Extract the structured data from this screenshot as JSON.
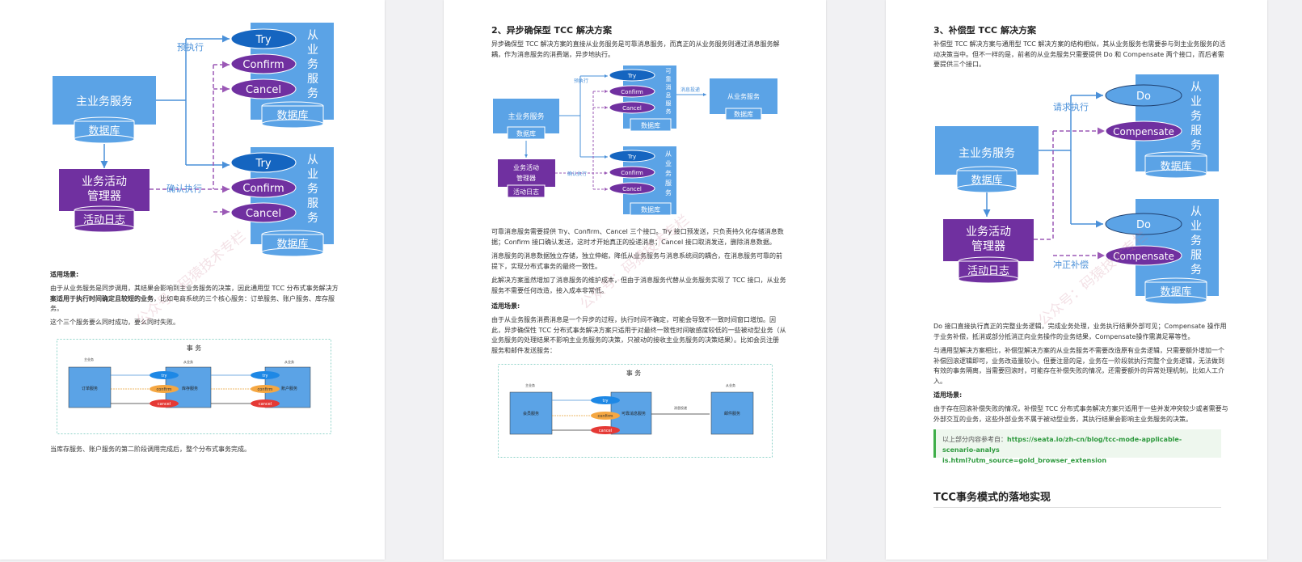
{
  "diagram_labels": {
    "main_service": "主业务服务",
    "database": "数据库",
    "activity_manager_line1": "业务活动",
    "activity_manager_line2": "管理器",
    "activity_log": "活动日志",
    "try": "Try",
    "confirm": "Confirm",
    "cancel": "Cancel",
    "slave_service_vertical": "从业务服务",
    "reliable_msg_vertical": "可靠消息服务",
    "pre_exec": "预执行",
    "confirm_exec": "确认执行",
    "msg_deliver": "消息投递",
    "slave_service": "从业务服务",
    "do": "Do",
    "compensate": "Compensate",
    "request_exec": "请求执行",
    "reverse_compensate": "冲正补偿"
  },
  "small_diagram": {
    "title": "事 务",
    "main_label": "主业务",
    "slave_label": "从业务",
    "order_service": "订单服务",
    "inventory_service": "库存服务",
    "account_service": "账户服务",
    "member_service": "会员服务",
    "reliable_msg_service": "可靠消息服务",
    "email_service": "邮件服务",
    "msg_deliver": "消息投递",
    "try": "try",
    "confirm": "confirm",
    "cancel": "cancel"
  },
  "page1": {
    "scene_title": "适用场景:",
    "para1_a": "由于从业务服务是同步调用，其结果会影响到主业务服务的决策，因此通用型 TCC 分布式事务解决方",
    "para1_b": "案适用于执行时间确定且较短的业务",
    "para1_c": "，比如电商系统的三个核心服务：订单服务、账户服务、库存服",
    "para1_d": "务。",
    "para2": "这个三个服务要么同时成功，要么同时失败。",
    "para3": "当库存服务、账户服务的第二阶段调用完成后，整个分布式事务完成。"
  },
  "page2": {
    "title": "2、异步确保型 TCC 解决方案",
    "intro_a": "异步确保型 TCC 解决方案的直接从业务服务是可靠消息服务，而真正的从业务服务则通过消息服务解",
    "intro_b": "耦，作为消息服务的消费端，异步地执行。",
    "p1_a": "可靠消息服务需要提供 Try、Confirm、Cancel 三个接口。Try 接口预发送，只负责持久化存储消息数",
    "p1_b": "据；Confirm 接口确认发送，这时才开始真正的投递消息；Cancel 接口取消发送，删除消息数据。",
    "p2_a": "消息服务的消息数据独立存储，独立伸缩，降低从业务服务与消息系统间的耦合，在消息服务可靠的前",
    "p2_b": "提下，实现分布式事务的最终一致性。",
    "p3_a": "此解决方案虽然增加了消息服务的维护成本，但由于消息服务代替从业务服务实现了 TCC 接口，从业务",
    "p3_b": "服务不需要任何改造，接入成本非常低。",
    "scene_title": "适用场景:",
    "p4_a": "由于从业务服务消费消息是一个异步的过程，执行时间不确定，可能会导致不一致时间窗口增加。因",
    "p4_b": "此，异步确保性 TCC 分布式事务解决方案只适用于对最终一致性时间敏感度较低的一些被动型业务（从",
    "p4_c": "业务服务的处理结果不影响主业务服务的决策，只被动的接收主业务服务的决策结果）。比如会员注册",
    "p4_d": "服务和邮件发送服务："
  },
  "page3": {
    "title": "3、补偿型 TCC 解决方案",
    "intro_a": "补偿型 TCC 解决方案与通用型 TCC 解决方案的结构相似，其从业务服务也需要参与到主业务服务的活",
    "intro_b": "动决策当中。但不一样的是，前者的从业务服务只需要提供 Do 和 Compensate 两个接口，而后者需",
    "intro_c": "要提供三个接口。",
    "p1_a": "Do 接口直接执行真正的完整业务逻辑，完成业务处理，业务执行结果外部可见；Compensate 操作用",
    "p1_b": "于业务补偿，抵消或部分抵消正向业务操作的业务结果，Compensate操作需满足幂等性。",
    "p2_a": "与通用型解决方案相比，补偿型解决方案的从业务服务不需要改造原有业务逻辑，只需要额外增加一个",
    "p2_b": "补偿回滚逻辑即可，业务改造量较小。但要注意的是，业务在一阶段就执行完整个业务逻辑，无法做到",
    "p2_c": "有效的事务隔离，当需要回滚时，可能存在补偿失败的情况，还需要额外的异常处理机制，比如人工介",
    "p2_d": "入。",
    "scene_title": "适用场景:",
    "p3_a": "由于存在回滚补偿失败的情况，补偿型 TCC 分布式事务解决方案只适用于一些并发冲突较少或者需要与",
    "p3_b": "外部交互的业务，这些外部业务不属于被动型业务，其执行结果会影响主业务服务的决策。",
    "note_prefix": "以上部分内容参考自：",
    "note_link_a": "https://seata.io/zh-cn/blog/tcc-mode-applicable-scenario-analys",
    "note_link_b": "is.html?utm_source=gold_browser_extension",
    "section_title": "TCC事务模式的落地实现"
  },
  "watermark": "公众号：码猿技术专栏",
  "colors": {
    "blue_box": "#5ba3e6",
    "purple_box": "#7030a0",
    "try_ellipse": "#1565c0",
    "confirm_ellipse": "#7030a0",
    "arrow_blue": "#4a90d9",
    "arrow_purple": "#9b59b6",
    "accent_green": "#3fae49"
  }
}
